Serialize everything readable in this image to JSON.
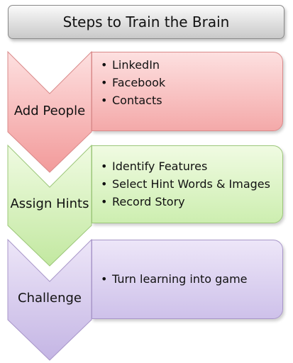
{
  "title": "Steps to Train the Brain",
  "steps": [
    {
      "label": "Add People",
      "items": [
        "LinkedIn",
        "Facebook",
        "Contacts"
      ],
      "color": "#f4a9a9"
    },
    {
      "label": "Assign Hints",
      "items": [
        "Identify Features",
        "Select Hint Words & Images",
        "Record Story"
      ],
      "color": "#cdeeb0"
    },
    {
      "label": "Challenge",
      "items": [
        "Turn learning into game"
      ],
      "color": "#cec1ea"
    }
  ]
}
